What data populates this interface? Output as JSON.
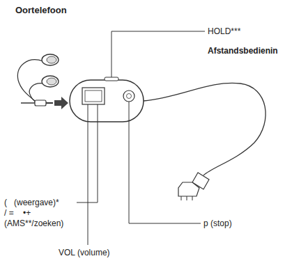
{
  "diagram": {
    "labels": [
      "Oortelefoon",
      "HOLD***",
      "Afstandsbedienin",
      "(   (weergave)*",
      "/ =    •+",
      "(AMS**/zoeken)",
      "p (stop)",
      "VOL (volume)"
    ]
  }
}
